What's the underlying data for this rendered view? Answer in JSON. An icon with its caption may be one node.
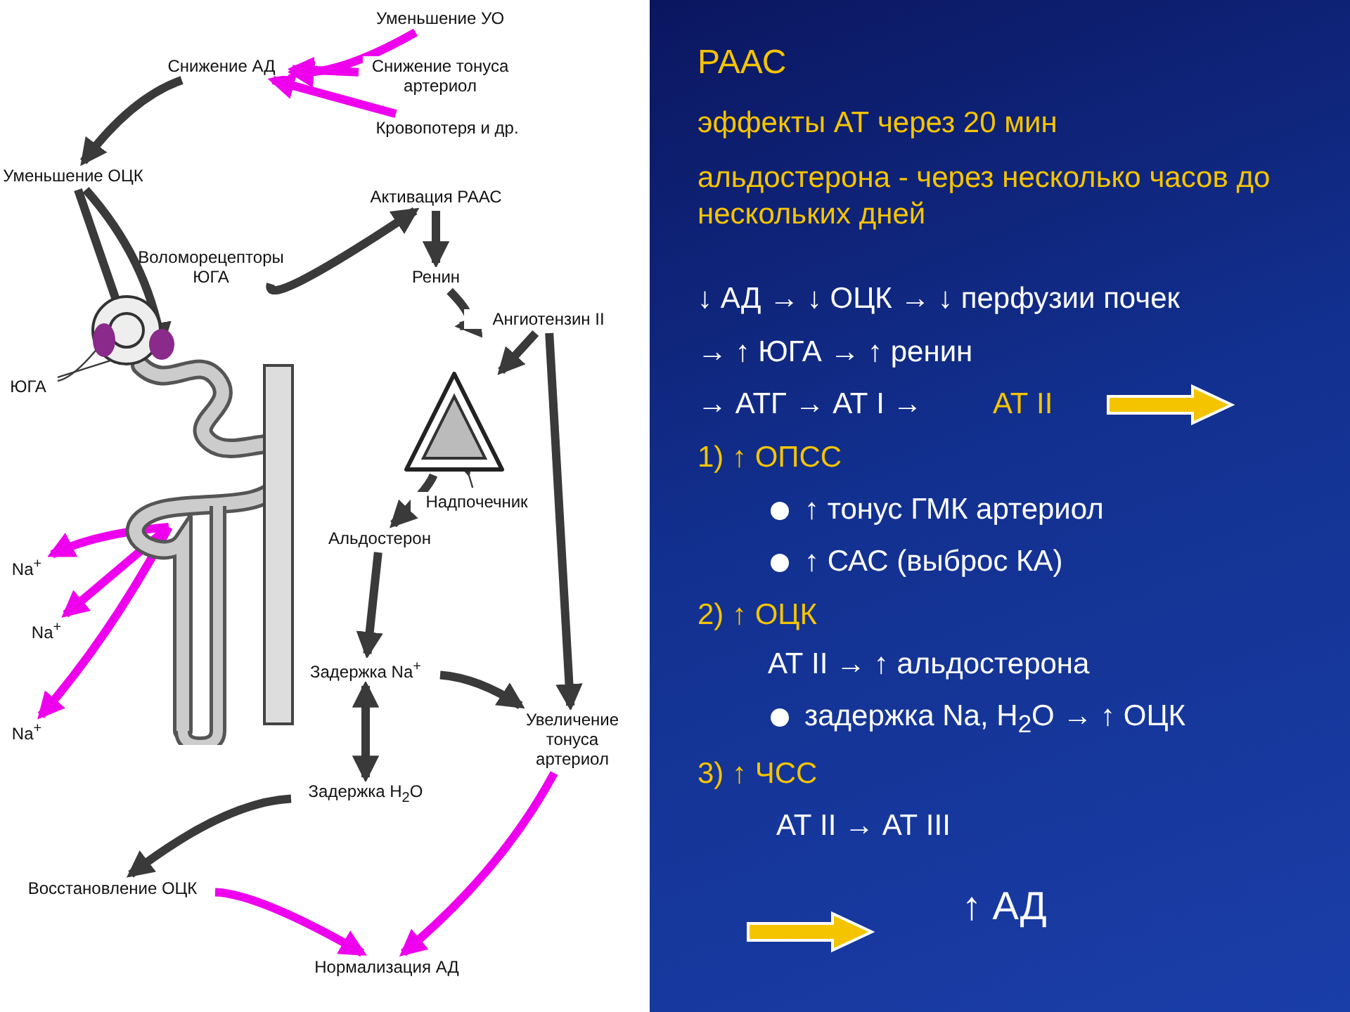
{
  "diagram": {
    "title": "РААС",
    "nodes": [
      {
        "text": [
          "Уменьшение УО"
        ]
      },
      {
        "text": [
          "Снижение АД"
        ]
      },
      {
        "text": [
          "Снижение тонуса артериол"
        ]
      },
      {
        "text": [
          "Кровопотеря и др."
        ]
      },
      {
        "text": [
          "Уменьшение ОЦК"
        ]
      },
      {
        "text": [],
        "shape": "picture"
      },
      {
        "text": [
          "ЮГА"
        ]
      },
      {
        "text": [
          "Активация РААС"
        ]
      },
      {
        "text": [
          "Ренин"
        ]
      },
      {
        "text": [
          "Ангиотензин II"
        ]
      },
      {
        "text": [],
        "shape": "picture"
      },
      {
        "text": [
          "Надпочечник"
        ]
      },
      {
        "text": [
          "Альдостерон"
        ]
      },
      {
        "text": [
          "Задержка Na$^{+}$"
        ]
      },
      {
        "text": [
          "Увеличение тонуса артериол"
        ]
      },
      {
        "text": [
          "Задержка H$_{2}$O"
        ]
      },
      {
        "text": [
          "Восстановление ОЦК"
        ]
      },
      {
        "text": [
          "Нормализация АД"
        ]
      },
      {
        "text": [
          "Na$^{+}$"
        ]
      },
      {
        "text": [
          "Na$^{+}$"
        ]
      },
      {
        "text": [
          "Na$^{+}$"
        ]
      }
    ],
    "edges": [
      {
        "from": 0,
        "to": 1,
        "arrow": "to",
        "color": "#ee00ee"
      },
      {
        "from": 2,
        "to": 1,
        "arrow": "to",
        "color": "#ee00ee"
      },
      {
        "from": 3,
        "to": 1,
        "arrow": "to",
        "color": "#ee00ee"
      },
      {
        "from": 1,
        "to": 4,
        "arrow": "to"
      },
      {
        "from": 4,
        "to": 5,
        "arrow": "to"
      },
      {
        "from": 4,
        "to": 5,
        "arrow": "to"
      },
      {
        "from": 6,
        "to": 5,
        "arrow": "none"
      },
      {
        "from": 6,
        "to": 5,
        "arrow": "none"
      },
      {
        "from": 5,
        "to": 7,
        "arrow": "to"
      },
      {
        "from": 7,
        "to": 8,
        "arrow": "to"
      },
      {
        "from": 8,
        "to": 9,
        "arrow": "to"
      },
      {
        "from": 9,
        "to": 10,
        "arrow": "to"
      },
      {
        "from": 11,
        "to": 10,
        "arrow": "to"
      },
      {
        "from": 10,
        "to": 12,
        "arrow": "to"
      },
      {
        "from": 12,
        "to": 13,
        "arrow": "to"
      },
      {
        "from": 9,
        "to": 14,
        "arrow": "to"
      },
      {
        "from": 13,
        "to": 15,
        "arrow": "both"
      },
      {
        "from": 13,
        "to": 14,
        "arrow": "to"
      },
      {
        "from": 15,
        "to": 16,
        "arrow": "to"
      },
      {
        "from": 16,
        "to": 17,
        "arrow": "to",
        "color": "#ee00ee"
      },
      {
        "from": 14,
        "to": 17,
        "arrow": "to",
        "color": "#ee00ee"
      },
      {
        "from": 5,
        "to": 18,
        "arrow": "to",
        "color": "#ee00ee"
      },
      {
        "from": 5,
        "to": 19,
        "arrow": "to",
        "color": "#ee00ee"
      },
      {
        "from": 5,
        "to": 20,
        "arrow": "to",
        "color": "#ee00ee"
      }
    ],
    "labels": [
      "Воломорецепторы ЮГА",
      "эффекты АТ через 20 мин",
      "альдостерона - через несколько часов до нескольких дней",
      "↓ АД → ↓ ОЦК → ↓ перфузии почек",
      "→ ↑ ЮГА → ↑ ренин",
      "→ АТГ → АТ I →",
      "АТ II",
      "1) ↑ ОПСС",
      "↑ тонус ГМК артериол",
      "↑ САС (выброс КА)",
      "2) ↑ ОЦК",
      "АТ II → ↑ альдостерона",
      "задержка Na, H$_{2}$O → ↑ ОЦК",
      "3) ↑ ЧСС",
      "АТ II → АТ III",
      "↑ АД"
    ]
  }
}
